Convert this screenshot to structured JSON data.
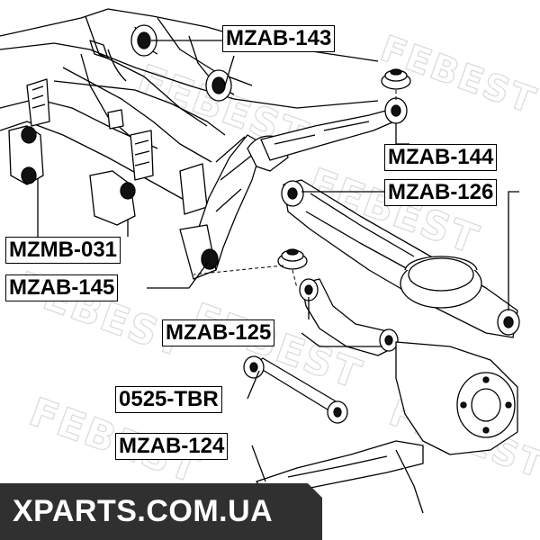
{
  "watermark": "FEBEST",
  "labels": {
    "mzab_143": "MZAB-143",
    "mzab_144": "MZAB-144",
    "mzab_126": "MZAB-126",
    "mzmb_031": "MZMB-031",
    "mzab_145": "MZAB-145",
    "mzab_125": "MZAB-125",
    "tbr_0525": "0525-TBR",
    "mzab_124": "MZAB-124"
  },
  "banner": {
    "text": "XPARTS.COM.UA"
  },
  "colors": {
    "line": "#000000",
    "banner_bg": "#303030",
    "banner_text": "#ffffff",
    "watermark": "#dcdcdc"
  }
}
